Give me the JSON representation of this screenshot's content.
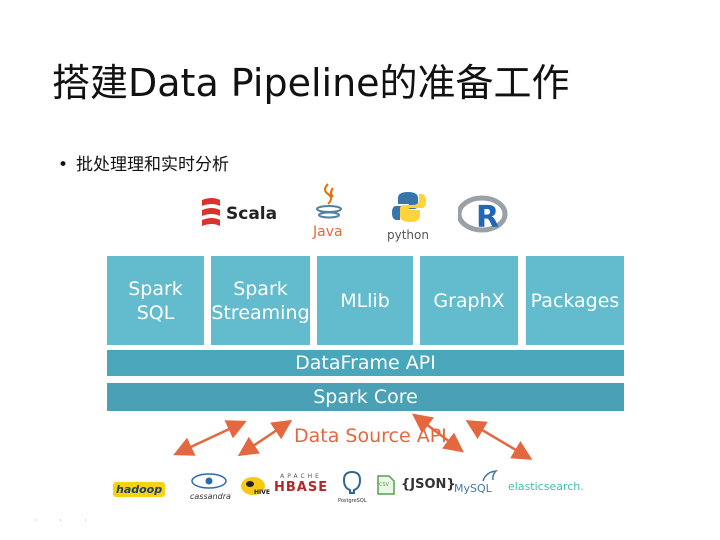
{
  "slide": {
    "title": "搭建Data Pipeline的准备工作",
    "bullet": "批处理理和实时分析"
  },
  "languages": {
    "scala": "Scala",
    "java": "Java",
    "python": "python",
    "r": "R"
  },
  "stack": {
    "modules": [
      {
        "label": "Spark\nSQL"
      },
      {
        "label": "Spark\nStreaming"
      },
      {
        "label": "MLlib"
      },
      {
        "label": "GraphX"
      },
      {
        "label": "Packages"
      }
    ],
    "dataframe": "DataFrame API",
    "core": "Spark Core",
    "datasource": "Data Source API"
  },
  "sources": {
    "hadoop": "hadoop",
    "cassandra": "cassandra",
    "hive": "HIVE",
    "hbase_top": "APACHE",
    "hbase": "HBASE",
    "postgres": "PostgreSQL",
    "csv": "CSV",
    "json": "{JSON}",
    "mysql": "MySQL",
    "elastic": "elasticsearch."
  },
  "colors": {
    "module": "#63bccd",
    "bar": "#4aa6bb",
    "arrow": "#e4683f"
  }
}
